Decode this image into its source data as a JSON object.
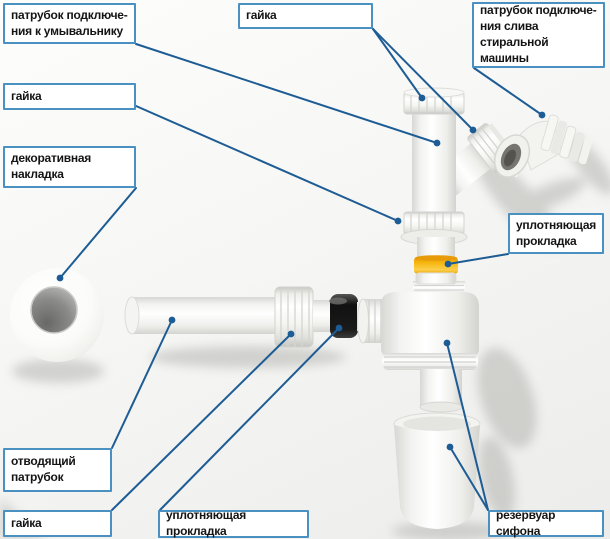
{
  "labels": {
    "washbasin_connection": "патрубок подключе-\nния к умывальнику",
    "nut_top": "гайка",
    "washing_machine_drain": "патрубок подключе-\nния слива стиральной\nмашины",
    "nut_left": "гайка",
    "decorative_cover": "декоративная\nнакладка",
    "sealing_gasket_upper": "уплотняющая\nпрокладка",
    "outlet_pipe": "отводящий\nпатрубок",
    "nut_bottom": "гайка",
    "sealing_gasket_lower": "уплотняющая прокладка",
    "siphon_reservoir": "резервуар сифона"
  },
  "colors": {
    "label_border": "#4a90c0",
    "leader_line": "#1d5c94",
    "gasket_yellow": "#f6b40b",
    "gasket_black": "#151515",
    "part_white": "#ffffff"
  }
}
